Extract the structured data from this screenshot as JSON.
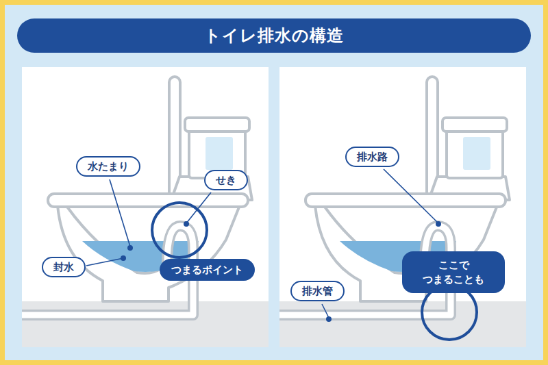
{
  "diagram": {
    "title": "トイレ排水の構造",
    "nodes": [
      {
        "text": [
          "水たまり"
        ]
      },
      {
        "text": [
          "せき"
        ]
      },
      {
        "text": [
          "封水"
        ]
      },
      {
        "text": [
          "つまるポイント"
        ]
      },
      {
        "text": [
          "排水路"
        ]
      },
      {
        "text": [
          "ここで つまることも"
        ]
      },
      {
        "text": [
          "排水管"
        ]
      }
    ]
  }
}
